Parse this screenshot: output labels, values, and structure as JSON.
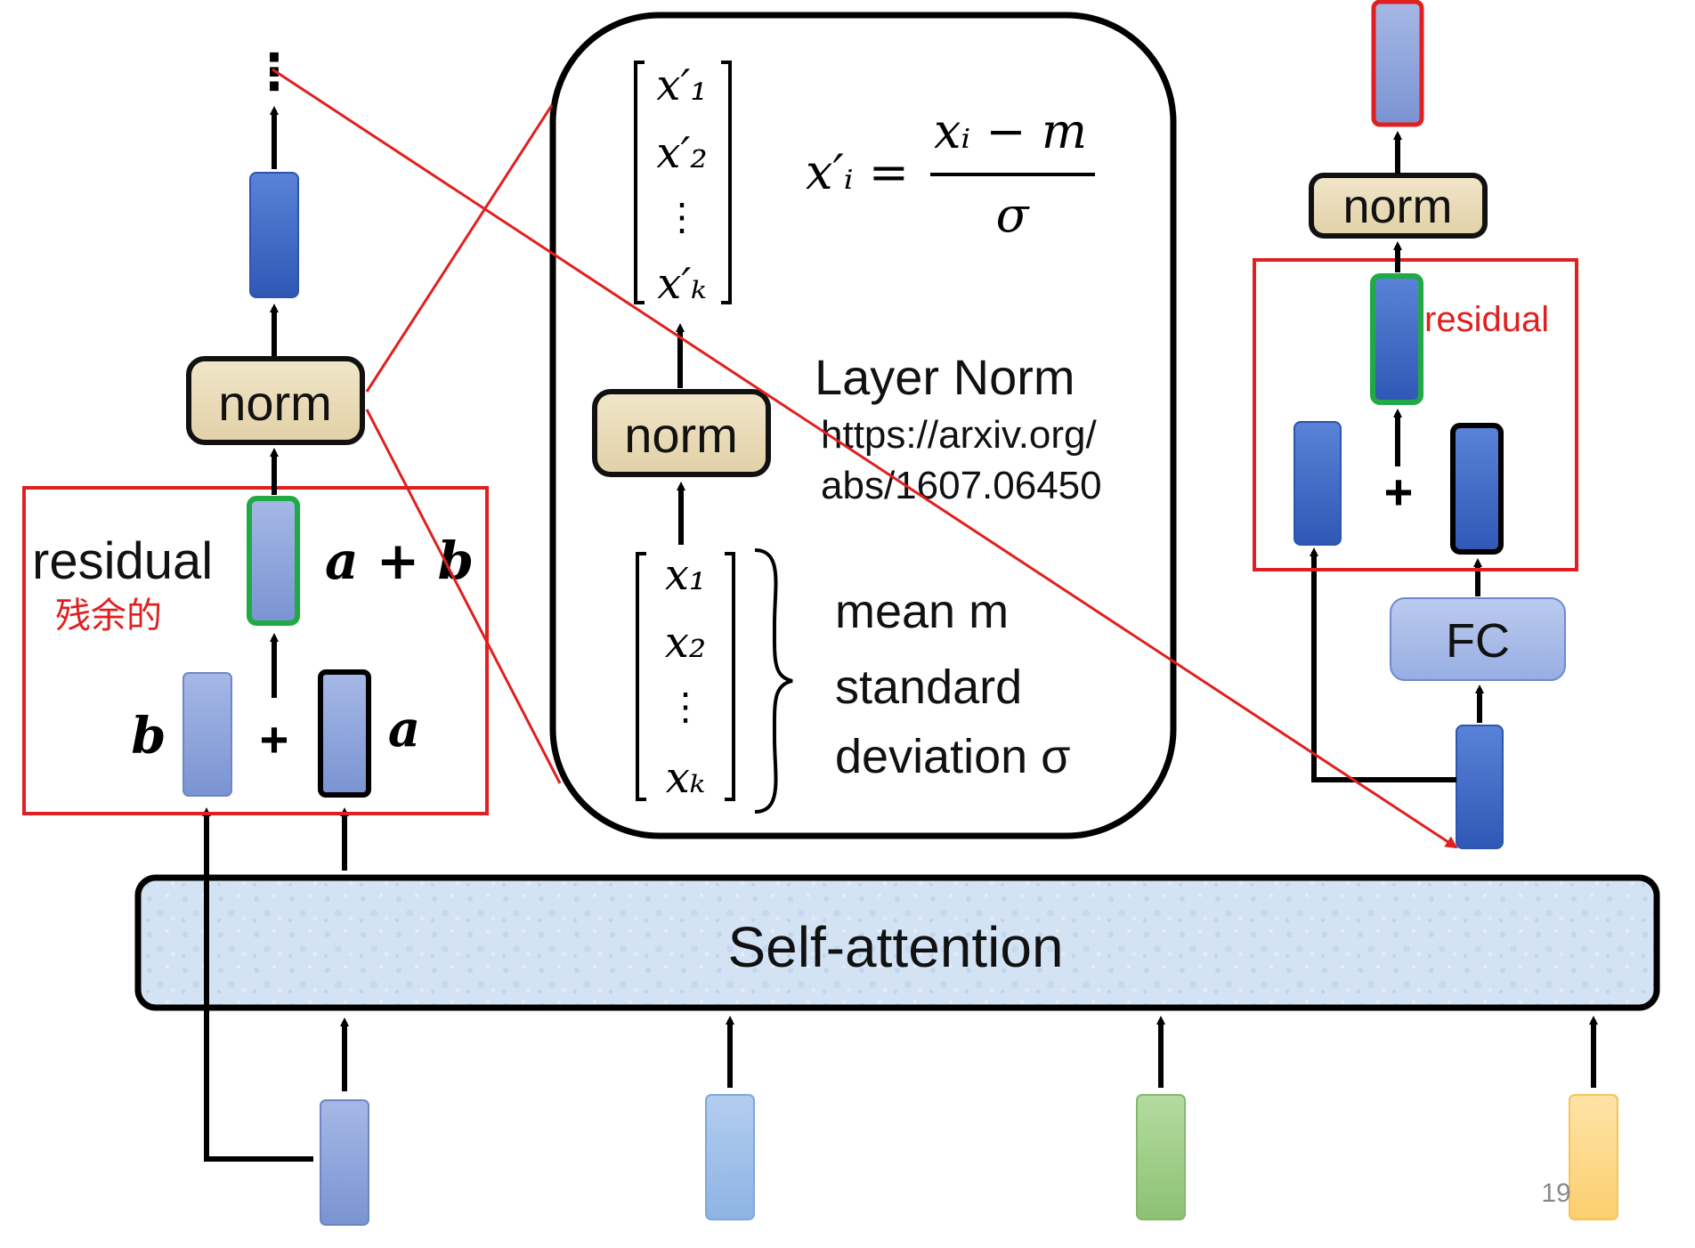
{
  "colors": {
    "dark_blue": "#3a66c4",
    "mid_blue": "#7d95d2",
    "light_blue": "#9fbbe6",
    "green_vec": "#9dcd86",
    "yellow_vec": "#fdd88b",
    "norm_fill": "#eadcbc",
    "fc_fill": "#a9bde9",
    "attention_fill": "#cfe0f2",
    "red": "#e02020",
    "green_border": "#1faa45"
  },
  "left": {
    "ellipsis": "⋮",
    "norm_label": "norm",
    "residual_label": "residual",
    "residual_cn": "残余的",
    "sum_formula": "a + b",
    "b_label": "b",
    "plus": "+",
    "a_label": "a"
  },
  "zoom": {
    "out_vec": [
      "x′₁",
      "x′₂",
      "⋮",
      "x′ₖ"
    ],
    "formula_lhs": "x′ᵢ =",
    "formula_num": "xᵢ − m",
    "formula_den": "σ",
    "norm_label": "norm",
    "layer_norm_title": "Layer Norm",
    "link_line1": "https://arxiv.org/",
    "link_line2": "abs/1607.06450",
    "in_vec": [
      "x₁",
      "x₂",
      "⋮",
      "xₖ"
    ],
    "stat_mean": "mean m",
    "stat_std1": "standard",
    "stat_std2": "deviation σ"
  },
  "right": {
    "norm_label": "norm",
    "residual_label": "residual",
    "plus": "+",
    "fc_label": "FC"
  },
  "self_attention_label": "Self-attention",
  "page_number": "19"
}
